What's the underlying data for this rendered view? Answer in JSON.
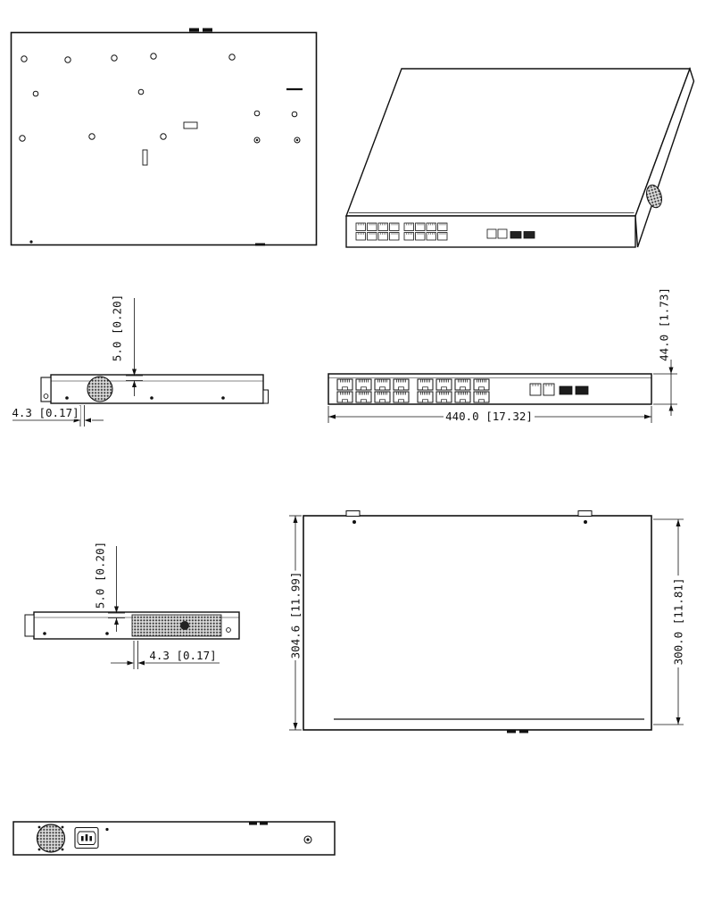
{
  "views": {
    "side_upper": {
      "height_dim": "5.0 [0.20]",
      "offset_dim": "4.3 [0.17]"
    },
    "front": {
      "width_dim": "440.0 [17.32]",
      "height_dim": "44.0 [1.73]"
    },
    "side_lower": {
      "height_dim": "5.0 [0.20]",
      "offset_dim": "4.3 [0.17]"
    },
    "top": {
      "overall_depth_dim": "304.6 [11.99]",
      "body_depth_dim": "300.0 [11.81]"
    }
  }
}
